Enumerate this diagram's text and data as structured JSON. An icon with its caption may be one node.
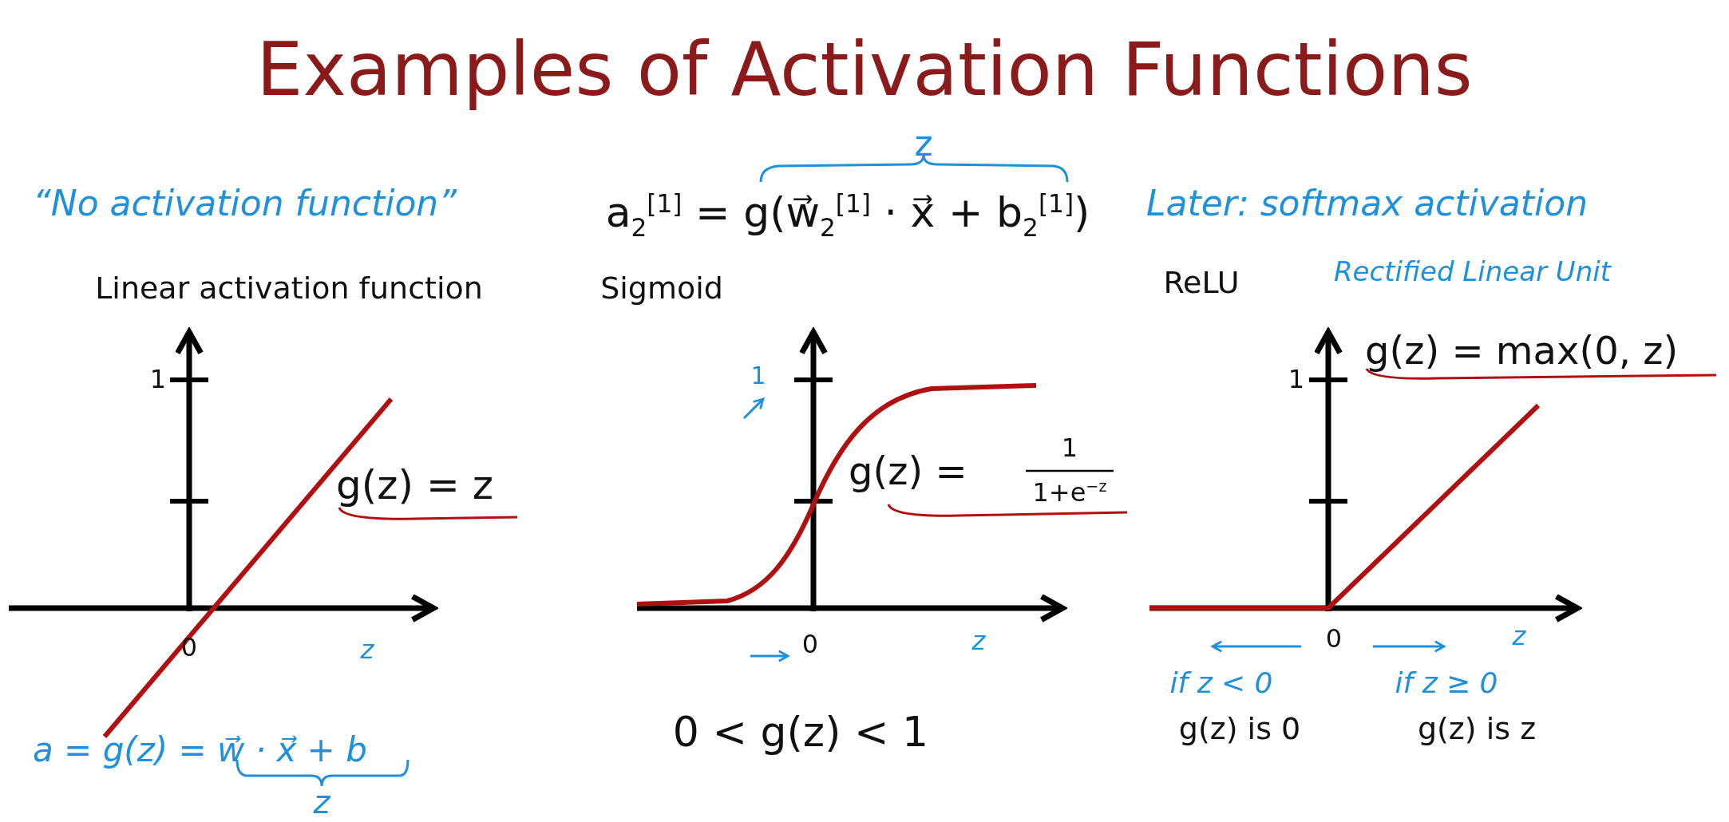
{
  "diagram": {
    "title": "Examples of Activation Functions",
    "labels": [
      "z",
      "“No activation function”",
      "a$_{2}$$^{[1]}$ = g(w⃗$_{2}$$^{[1]}$ · x⃗ + b$_{2}$$^{[1]}$)",
      "Later: softmax activation",
      "Linear activation function",
      "Sigmoid",
      "ReLU",
      "Rectified Linear Unit",
      "g(z) = max(0, z)",
      "1",
      "1",
      "1",
      "g(z) = z",
      "g(z) =",
      "1",
      "1+e$^{−z}$",
      "0",
      "0",
      "0",
      "z",
      "z",
      "z",
      "if z < 0",
      "if z ≥ 0",
      "a = g(z) = w⃗ · x⃗ + b",
      "0 < g(z) < 1",
      "g(z) is 0",
      "g(z) is z",
      "z"
    ]
  }
}
